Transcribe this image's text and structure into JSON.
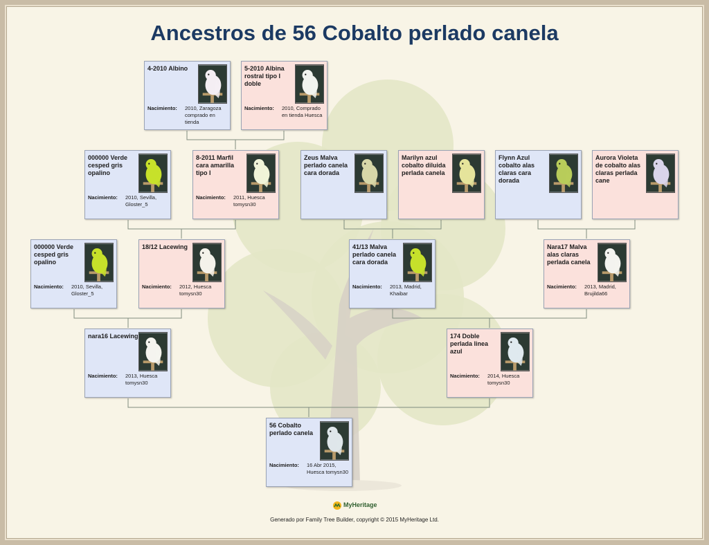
{
  "title": "Ancestros de 56 Cobalto perlado canela",
  "birth_label": "Nacimiento:",
  "people": {
    "p1": {
      "name": "4-2010 Albino",
      "birth": "2010, Zaragoza comprado en tienda",
      "sex": "male",
      "bird": "#f4eef3"
    },
    "p2": {
      "name": "5-2010 Albina rostral tipo I doble",
      "birth": "2010, Comprado en tienda Huesca",
      "sex": "female",
      "bird": "#f1f3ee"
    },
    "p3": {
      "name": "000000 Verde cesped gris opalino",
      "birth": "2010, Sevilla, Gloster_5",
      "sex": "male",
      "bird": "#c7e12a"
    },
    "p4": {
      "name": "8-2011 Marfil cara amarilla tipo I",
      "birth": "2011, Huesca tomysn30",
      "sex": "female",
      "bird": "#f0f3d8"
    },
    "p5": {
      "name": "Zeus Malva perlado canela cara dorada",
      "birth": "",
      "sex": "male",
      "bird": "#d7d7a8"
    },
    "p6": {
      "name": "Marilyn azul cobalto diluida perlada canela",
      "birth": "",
      "sex": "female",
      "bird": "#e5e49b"
    },
    "p7": {
      "name": "Flynn Azul cobalto alas claras cara dorada",
      "birth": "",
      "sex": "male",
      "bird": "#b8cc5a"
    },
    "p8": {
      "name": "Aurora Violeta de cobalto alas claras perlada cane",
      "birth": "",
      "sex": "female",
      "bird": "#d9d4ea"
    },
    "p9": {
      "name": "000000 Verde cesped gris opalino",
      "birth": "2010, Sevilla, Gloster_5",
      "sex": "male",
      "bird": "#c7e12a"
    },
    "p10": {
      "name": "18/12 Lacewing",
      "birth": "2012, Huesca tomysn30",
      "sex": "female",
      "bird": "#f4f2ea"
    },
    "p11": {
      "name": "41/13 Malva perlado canela cara dorada",
      "birth": "2013, Madrid, Khaibar",
      "sex": "male",
      "bird": "#c6e02b"
    },
    "p12": {
      "name": "Nara17 Malva alas claras perlada canela",
      "birth": "2013, Madrid, Brujilda66",
      "sex": "female",
      "bird": "#f3f3ef"
    },
    "p13": {
      "name": "nara16 Lacewing",
      "birth": "2013, Huesca tomysn30",
      "sex": "male",
      "bird": "#f5f4ef"
    },
    "p14": {
      "name": "174 Doble perlada linea azul",
      "birth": "2014, Huesca tomysn30",
      "sex": "female",
      "bird": "#dfe9ef"
    },
    "p15": {
      "name": "56 Cobalto perlado canela",
      "birth": "16 Abr 2015, Huesca tomysn30",
      "sex": "male",
      "bird": "#dfe6ea"
    }
  },
  "logo_text": "MyHeritage",
  "footer": "Generado por Family Tree Builder, copyright © 2015 MyHeritage Ltd."
}
